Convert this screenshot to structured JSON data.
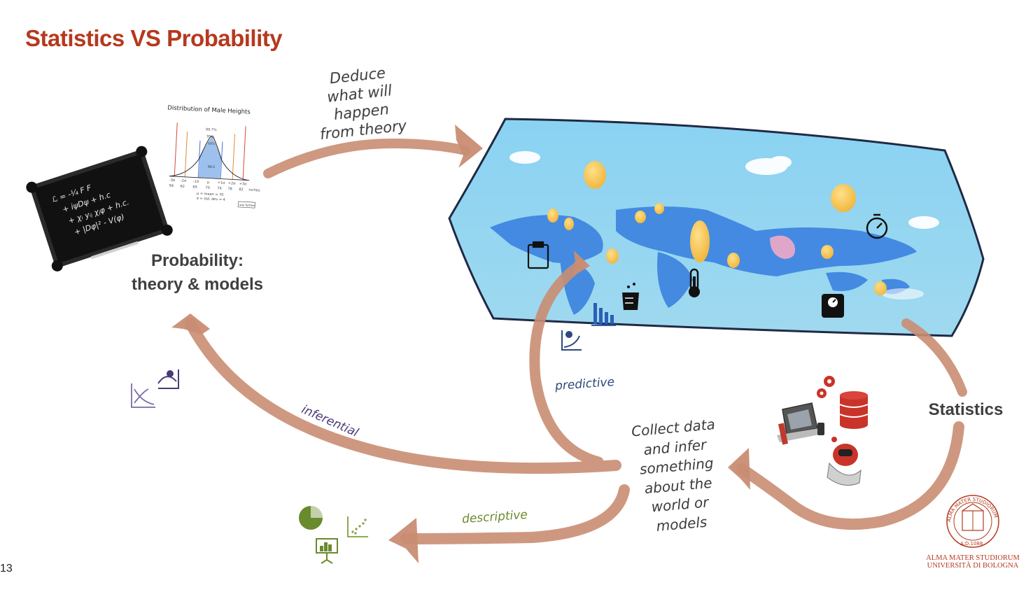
{
  "slide": {
    "title": "Statistics VS Probability",
    "page_number": "13"
  },
  "nodes": {
    "probability_line1": "Probability:",
    "probability_line2": "theory & models",
    "statistics": "Statistics",
    "deduce": [
      "Deduce",
      "what will",
      "happen",
      "from theory"
    ],
    "collect": [
      "Collect data",
      "and infer",
      "something",
      "about the",
      "world or",
      "models"
    ]
  },
  "arrows": {
    "inferential": "inferential",
    "predictive": "predictive",
    "descriptive": "descriptive"
  },
  "chart_thumbnail": {
    "title": "Distribution of Male Heights",
    "pct_outer": "99.7%",
    "pct_mid": "95%",
    "pct_inner": "68%",
    "center_value": "68.5",
    "ticks": [
      "-3σ",
      "-2σ",
      "-1σ",
      "μ",
      "+1σ",
      "+2σ",
      "+3σ"
    ],
    "tick_values": [
      "59",
      "62",
      "65",
      "70",
      "74",
      "78",
      "82"
    ],
    "unit": "inches",
    "note1": "μ = mean = 70",
    "note2": "σ = std. dev = 4",
    "footer_btn": "see further"
  },
  "logo": {
    "ring_text": "ALMA MATER STUDIORUM",
    "year": "A.D.1088",
    "line1": "ALMA MATER STUDIORUM",
    "line2": "UNIVERSITÀ DI BOLOGNA"
  },
  "colors": {
    "title": "#b5391e",
    "arrow": "#c98d73",
    "inferential": "#4b3a78",
    "predictive": "#2c4a7c",
    "descriptive": "#6a8a2e",
    "map_bg": "#8fd3f0",
    "continents": "#3f86e0",
    "logo": "#b5391e"
  },
  "icons": [
    "clipboard-icon",
    "thermometer-icon",
    "stopwatch-icon",
    "scale-icon",
    "bar-chart-icon",
    "beaker-icon",
    "growth-chart-icon",
    "decline-chart-icon",
    "pie-chart-icon",
    "scatter-plot-icon",
    "presentation-board-icon",
    "laptop-icon",
    "gear-icon",
    "database-icon",
    "robot-icon"
  ]
}
